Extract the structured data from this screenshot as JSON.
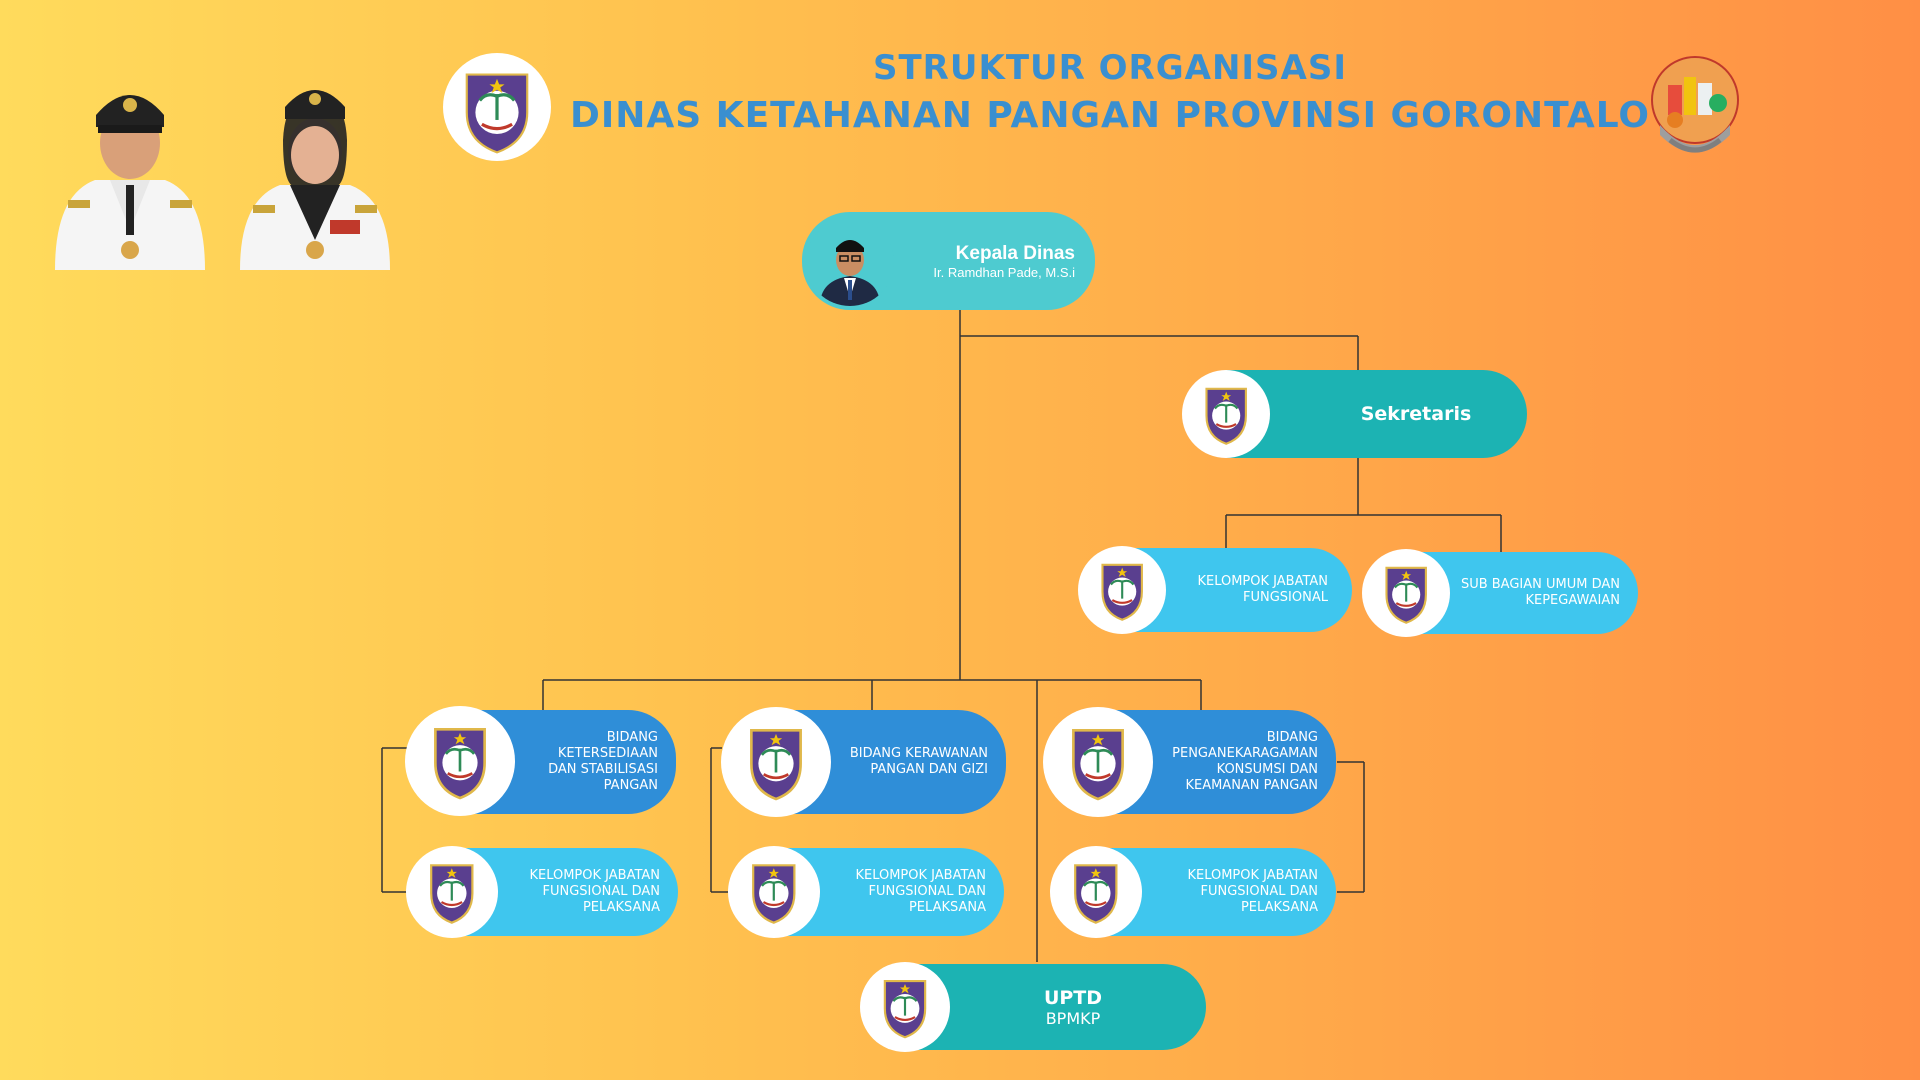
{
  "header": {
    "title_line1": "STRUKTUR ORGANISASI",
    "title_line2": "DINAS KETAHANAN PANGAN PROVINSI GORONTALO"
  },
  "colors": {
    "title": "#3a8fd0",
    "teal": "#1cb3b3",
    "light_teal": "#4ecbd0",
    "blue": "#2f8ed8",
    "sky_blue": "#3fc6ee",
    "emblem_purple": "#5a3f8f"
  },
  "icons": [
    "regional-emblem-icon",
    "food-basket-icon",
    "official-portrait-icon"
  ],
  "org": {
    "kepala": {
      "title": "Kepala Dinas",
      "name": "Ir. Ramdhan Pade, M.S.i"
    },
    "sekretaris": {
      "title": "Sekretaris"
    },
    "kelompok_fungsional": {
      "label": "KELOMPOK JABATAN FUNGSIONAL"
    },
    "sub_bagian": {
      "label": "SUB BAGIAN UMUM DAN KEPEGAWAIAN"
    },
    "bidang_1": {
      "label": "BIDANG KETERSEDIAAN DAN STABILISASI PANGAN"
    },
    "bidang_2": {
      "label": "BIDANG KERAWANAN PANGAN DAN GIZI"
    },
    "bidang_3": {
      "label": "BIDANG PENGANEKARAGAMAN KONSUMSI DAN KEAMANAN PANGAN"
    },
    "kelompok_1": {
      "label": "KELOMPOK JABATAN FUNGSIONAL DAN PELAKSANA"
    },
    "kelompok_2": {
      "label": "KELOMPOK JABATAN FUNGSIONAL DAN PELAKSANA"
    },
    "kelompok_3": {
      "label": "KELOMPOK JABATAN FUNGSIONAL DAN PELAKSANA"
    },
    "uptd": {
      "title": "UPTD",
      "subtitle": "BPMKP"
    }
  }
}
